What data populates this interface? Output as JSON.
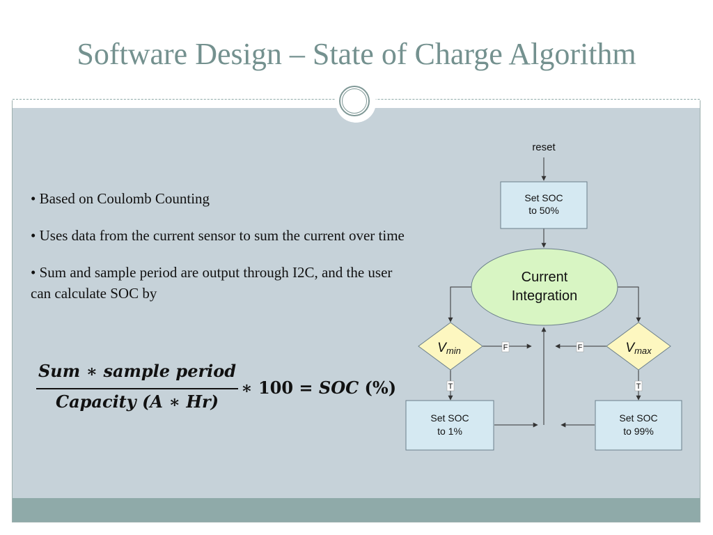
{
  "slide": {
    "title": "Software Design – State of Charge Algorithm",
    "bullets": [
      "• Based on Coulomb Counting",
      "• Uses data from the current sensor to sum the current over time",
      "• Sum and sample period are output through I2C, and the user can calculate SOC by"
    ],
    "formula": {
      "numerator": "Sum ∗ sample period",
      "denominator": "Capacity (A ∗ Hr)",
      "rhs_multiplier": "∗ 100 = ",
      "rhs_result": "SOC",
      "rhs_unit": " (%)"
    }
  },
  "flowchart": {
    "reset_label": "reset",
    "set50_line1": "Set SOC",
    "set50_line2": "to 50%",
    "integration_line1": "Current",
    "integration_line2": "Integration",
    "vmin_v": "V",
    "vmin_sub": "min",
    "vmax_v": "V",
    "vmax_sub": "max",
    "false_label_left": "F",
    "false_label_right": "F",
    "true_label_left": "T",
    "true_label_right": "T",
    "set1_line1": "Set SOC",
    "set1_line2": "to 1%",
    "set99_line1": "Set SOC",
    "set99_line2": "to 99%"
  },
  "colors": {
    "title": "#74918f",
    "content_bg": "#c6d2d9",
    "footer_bg": "#8faaa9",
    "process_box_fill": "#d5e9f2",
    "decision_fill": "#fdf7c0",
    "ellipse_fill": "#d8f5c3"
  }
}
